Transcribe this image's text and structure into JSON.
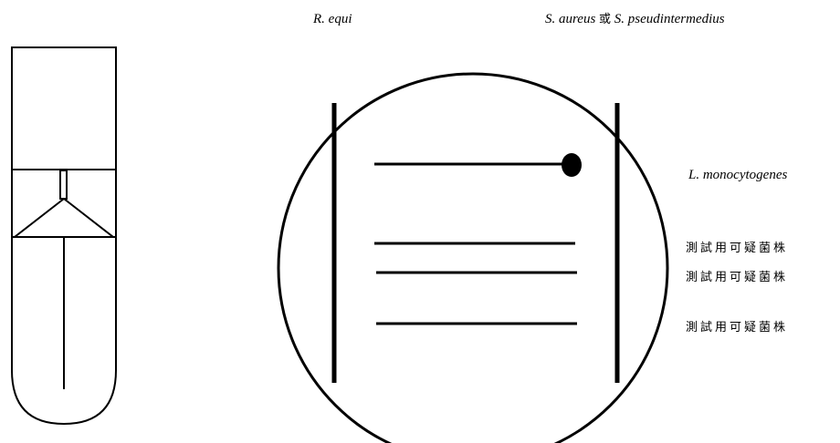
{
  "labels": {
    "top_left_strain": "R. equi",
    "top_right_strain_a": "S. aureus",
    "top_right_connector": "或",
    "top_right_strain_b": "S. pseudintermedius",
    "right_streak_1": "L. monocytogenes",
    "right_streak_2": "測試用可疑菌株",
    "right_streak_3": "測試用可疑菌株",
    "right_streak_4": "測試用可疑菌株"
  },
  "colors": {
    "stroke": "#000000",
    "background": "#ffffff"
  }
}
